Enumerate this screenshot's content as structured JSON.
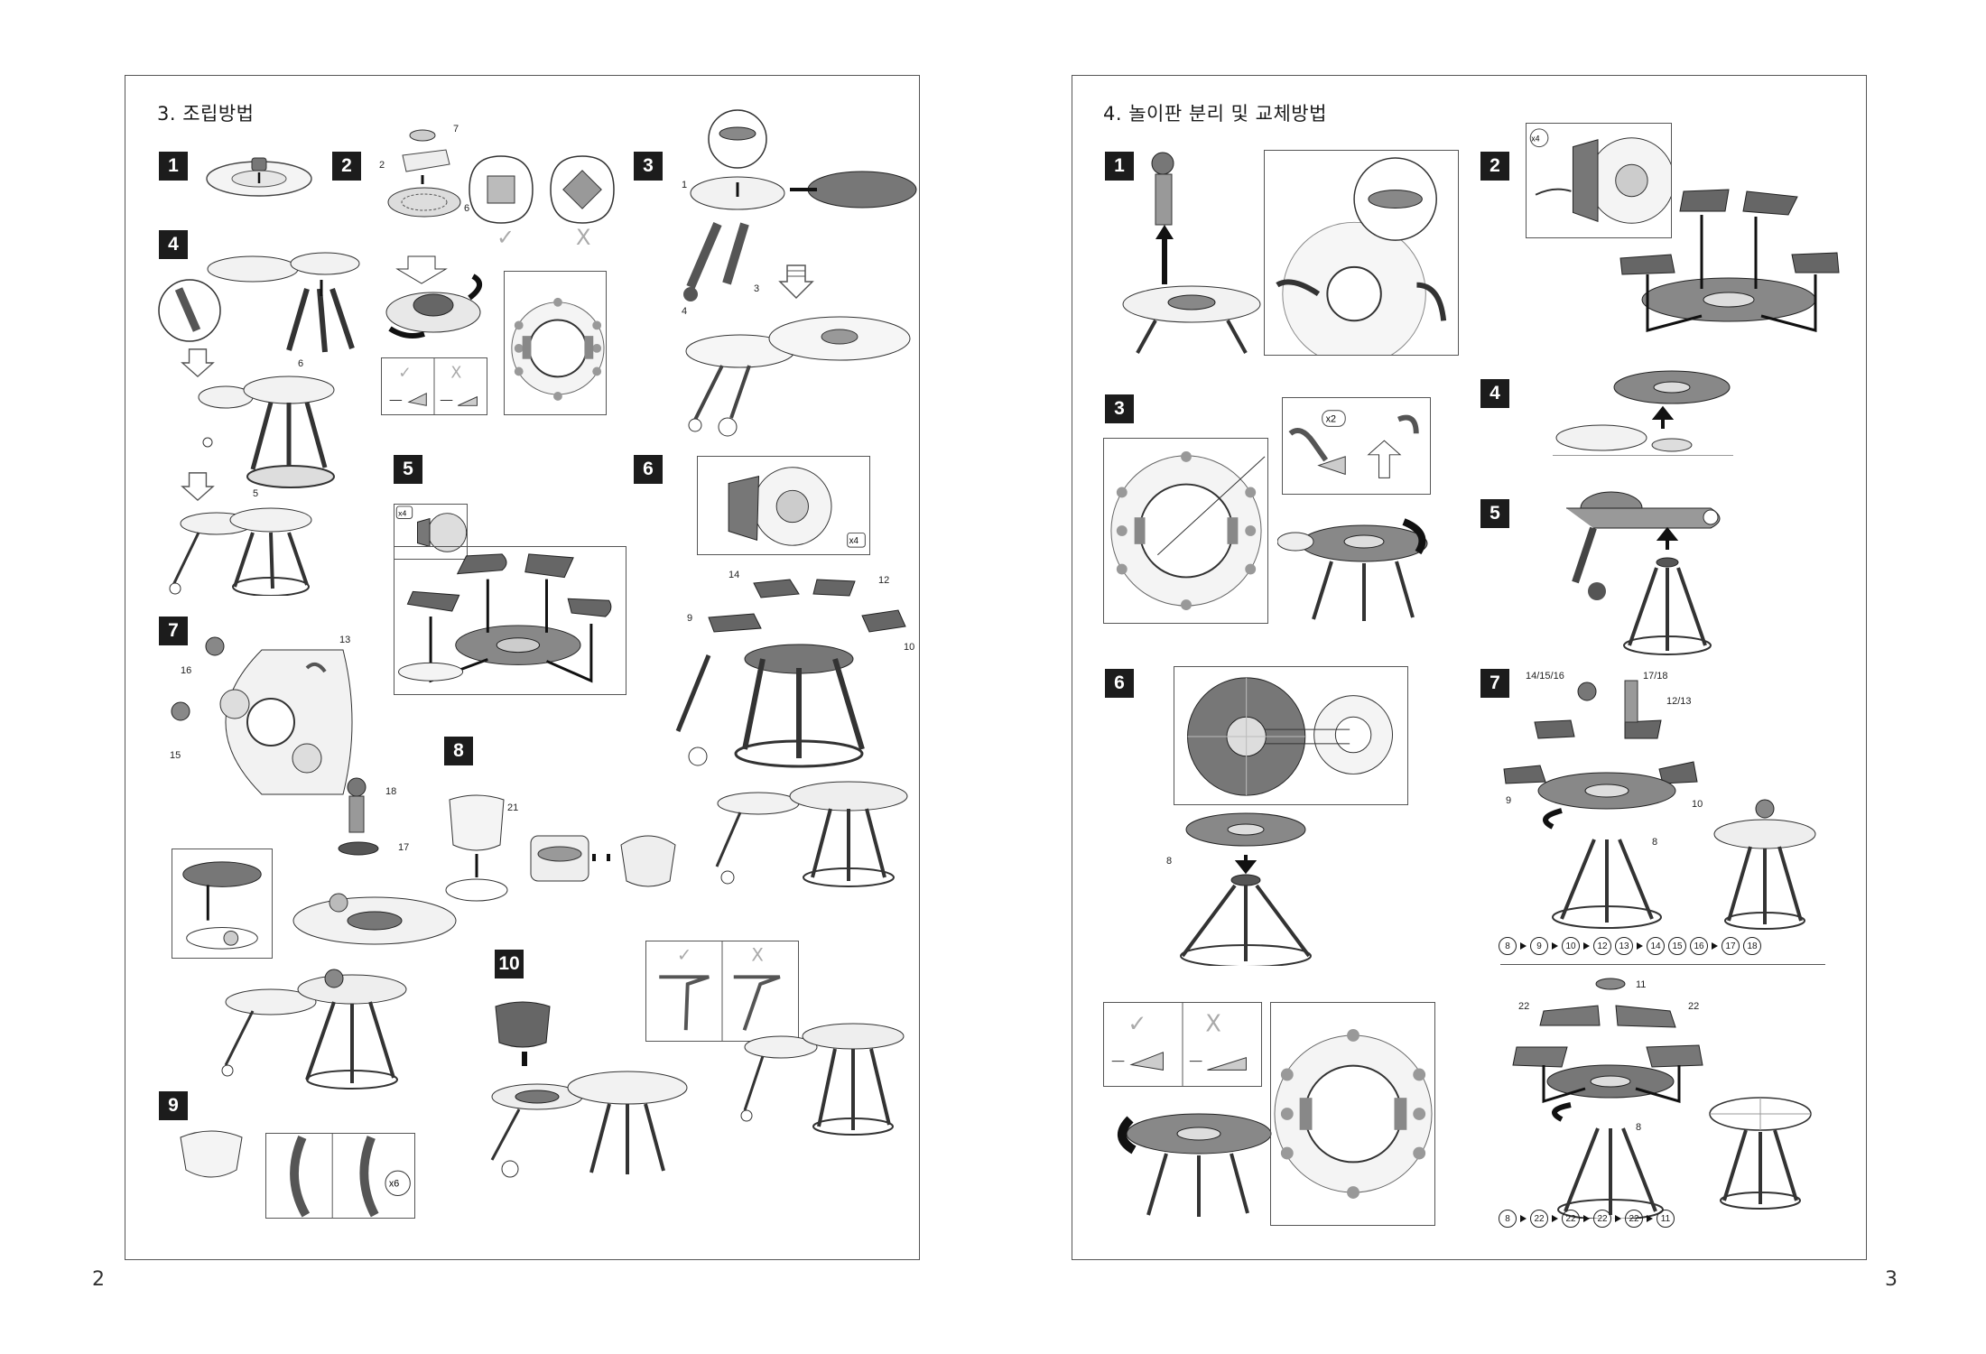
{
  "left_page": {
    "title": "3. 조립방법",
    "page_number": "2",
    "steps": [
      "1",
      "2",
      "3",
      "4",
      "5",
      "6",
      "7",
      "8",
      "9",
      "10"
    ],
    "part_numbers": {
      "s2": [
        "7",
        "2",
        "6"
      ],
      "s3": [
        "1",
        "3",
        "4"
      ],
      "s4": [
        "5",
        "6"
      ],
      "s6": [
        "14",
        "12",
        "9",
        "10"
      ],
      "s7": [
        "16",
        "13",
        "15",
        "18",
        "17"
      ],
      "s8": [
        "21"
      ]
    },
    "multipliers": {
      "s5": "x4",
      "s6": "x4",
      "s9": "x6"
    },
    "marks": {
      "ok": "✓",
      "ng": "X"
    }
  },
  "right_page": {
    "title": "4. 놀이판 분리 및 교체방법",
    "page_number": "3",
    "steps": [
      "1",
      "2",
      "3",
      "4",
      "5",
      "6",
      "7"
    ],
    "multipliers": {
      "s2": "x4",
      "s3": "x2"
    },
    "part_numbers": {
      "s6": [
        "8"
      ],
      "s7": [
        "14/15/16",
        "17/18",
        "12/13",
        "9",
        "10",
        "8"
      ],
      "s7b": [
        "11",
        "22",
        "22",
        "8"
      ]
    },
    "sequence_1": [
      "8",
      "9",
      "10",
      "12",
      "13",
      "14",
      "15",
      "16",
      "17",
      "18"
    ],
    "sequence_2": [
      "8",
      "22",
      "22",
      "22",
      "22",
      "11"
    ],
    "marks": {
      "ok": "✓",
      "ng": "X"
    }
  },
  "icons": [
    "assembly-illustration",
    "arrow-icon",
    "check-icon",
    "cross-icon",
    "rotate-icon",
    "snap-burst-icon"
  ]
}
